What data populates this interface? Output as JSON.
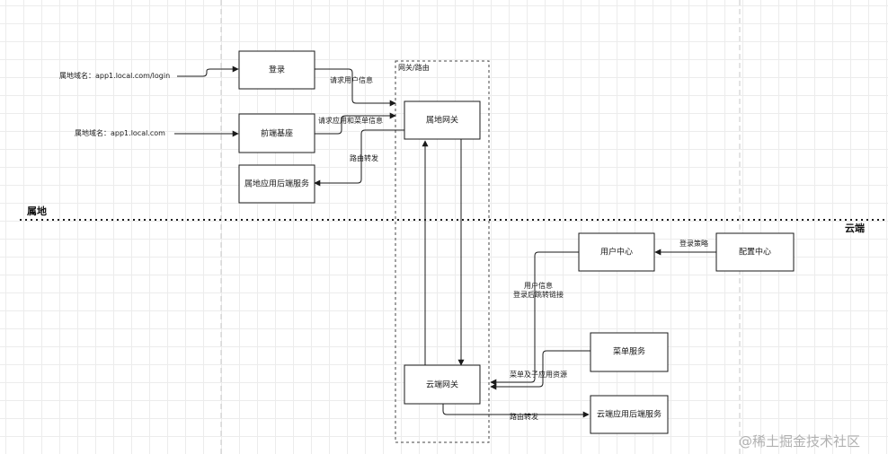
{
  "zones": {
    "local": "属地",
    "cloud": "云端"
  },
  "gateway_group": "网关/路由",
  "nodes": {
    "login": "登录",
    "frontend_base": "前端基座",
    "local_backend": "属地应用后端服务",
    "local_gateway": "属地网关",
    "cloud_gateway": "云端网关",
    "user_center": "用户中心",
    "config_center": "配置中心",
    "menu_service": "菜单服务",
    "cloud_backend": "云端应用后端服务"
  },
  "inputs": {
    "login_domain": "属地域名：app1.local.com/login",
    "base_domain": "属地域名：app1.local.com"
  },
  "edge_labels": {
    "request_user_info": "请求用户信息",
    "request_apps_menus": "请求应用和菜单信息",
    "route_forward_local": "路由转发",
    "login_policy": "登录策略",
    "user_info_line1": "用户信息",
    "user_info_line2": "登录后跳转链接",
    "menu_resources": "菜单及子应用资源",
    "route_forward_cloud": "路由转发"
  },
  "watermark": "@稀土掘金技术社区"
}
